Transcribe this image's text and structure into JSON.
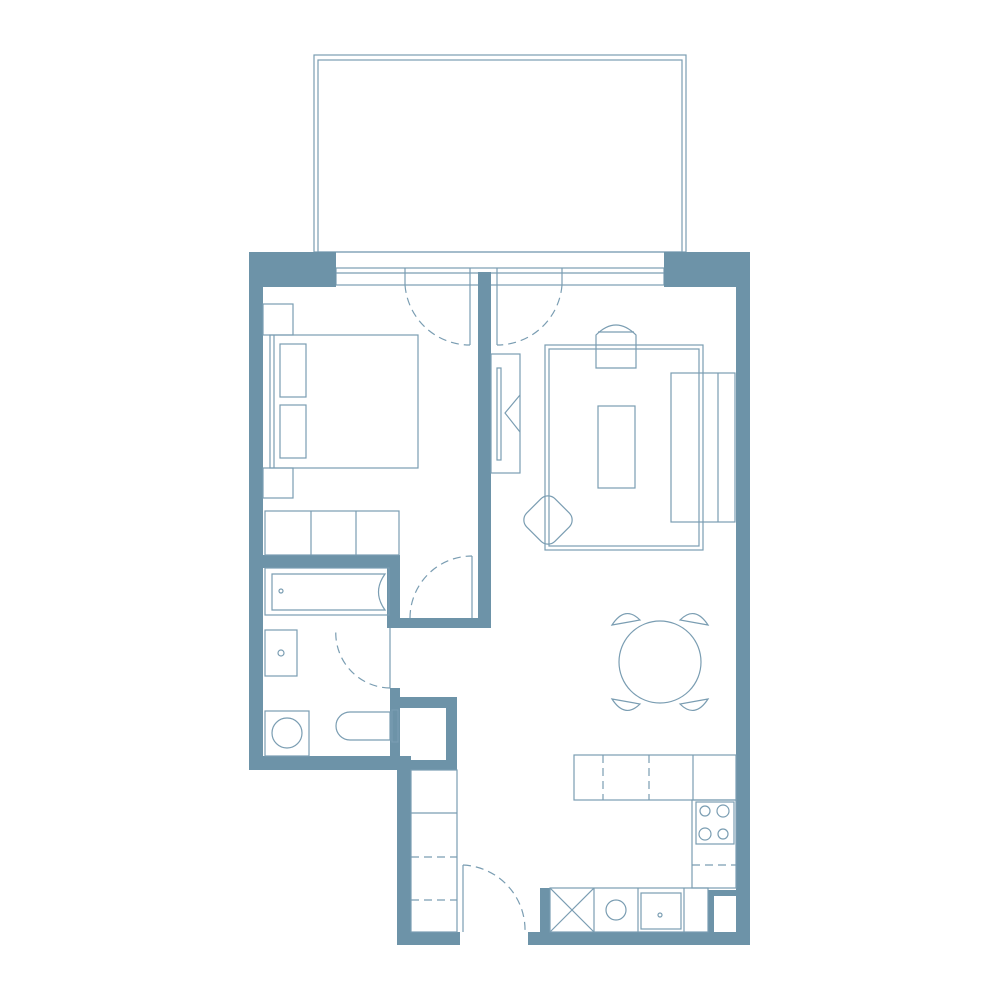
{
  "plan": {
    "colors": {
      "wall": "#6d93a8",
      "line": "#7a9db2",
      "background": "#ffffff"
    },
    "rooms": [
      "balcony",
      "bedroom",
      "bathroom",
      "living-room",
      "dining",
      "kitchen",
      "entry"
    ]
  }
}
